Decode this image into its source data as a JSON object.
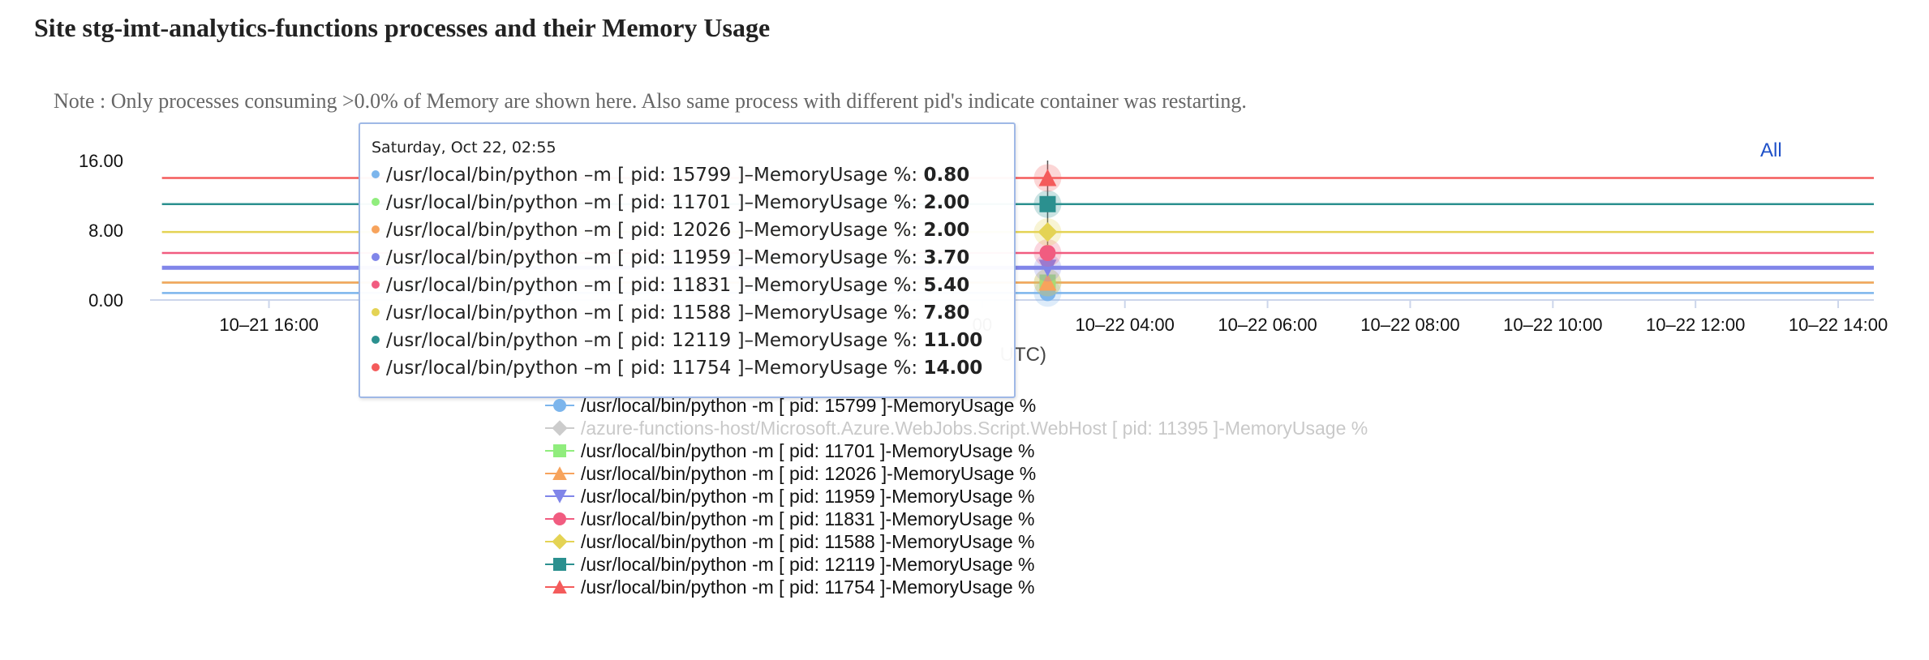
{
  "page": {
    "title": "Site stg-imt-analytics-functions processes and their Memory Usage",
    "note": "Note : Only processes consuming >0.0% of Memory are shown here. Also same process with different pid's indicate container was restarting.",
    "range_button": "All"
  },
  "tooltip": {
    "header": "Saturday, Oct 22, 02:55",
    "rows": [
      {
        "name": "/usr/local/bin/python –m [ pid: 15799 ]–MemoryUsage %",
        "value": "0.80",
        "color": "#7cb5ec"
      },
      {
        "name": "/usr/local/bin/python –m [ pid: 11701 ]–MemoryUsage %",
        "value": "2.00",
        "color": "#90ed7d"
      },
      {
        "name": "/usr/local/bin/python –m [ pid: 12026 ]–MemoryUsage %",
        "value": "2.00",
        "color": "#f7a35c"
      },
      {
        "name": "/usr/local/bin/python –m [ pid: 11959 ]–MemoryUsage %",
        "value": "3.70",
        "color": "#8085e9"
      },
      {
        "name": "/usr/local/bin/python –m [ pid: 11831 ]–MemoryUsage %",
        "value": "5.40",
        "color": "#f15c80"
      },
      {
        "name": "/usr/local/bin/python –m [ pid: 11588 ]–MemoryUsage %",
        "value": "7.80",
        "color": "#e4d354"
      },
      {
        "name": "/usr/local/bin/python –m [ pid: 12119 ]–MemoryUsage %",
        "value": "11.00",
        "color": "#2b908f"
      },
      {
        "name": "/usr/local/bin/python –m [ pid: 11754 ]–MemoryUsage %",
        "value": "14.00",
        "color": "#f45b5b"
      }
    ]
  },
  "chart_data": {
    "type": "line",
    "title": "Site stg-imt-analytics-functions processes and their Memory Usage",
    "xlabel": "UTC)",
    "ylabel": "",
    "ylim": [
      0,
      16
    ],
    "yticks": [
      "0.00",
      "8.00",
      "16.00"
    ],
    "ytick_values": [
      0,
      8,
      16
    ],
    "xticks": [
      "10–21 16:00",
      "10–22 04:00",
      "10–22 06:00",
      "10–22 08:00",
      "10–22 10:00",
      "10–22 12:00",
      "10–22 14:00"
    ],
    "xtick_times": [
      "2022-10-21T16:00",
      "2022-10-22T04:00",
      "2022-10-22T06:00",
      "2022-10-22T08:00",
      "2022-10-22T10:00",
      "2022-10-22T12:00",
      "2022-10-22T14:00"
    ],
    "x_partial_tick": "00",
    "x_partial_tick_time": "2022-10-22T02:00",
    "xlim": [
      "2022-10-21T14:20",
      "2022-10-22T14:30"
    ],
    "hover_time": "2022-10-22T02:55",
    "grid": false,
    "legend_position": "bottom",
    "series": [
      {
        "name": "/usr/local/bin/python -m [ pid: 15799 ]-MemoryUsage %",
        "color": "#7cb5ec",
        "marker": "circle",
        "visible": true,
        "x": [
          "2022-10-21T14:30",
          "2022-10-22T14:30"
        ],
        "values": [
          0.8,
          0.8
        ]
      },
      {
        "name": "/azure-functions-host/Microsoft.Azure.WebJobs.Script.WebHost [ pid: 11395 ]-MemoryUsage %",
        "color": "#434348",
        "marker": "diamond",
        "visible": false,
        "x": [],
        "values": []
      },
      {
        "name": "/usr/local/bin/python -m [ pid: 11701 ]-MemoryUsage %",
        "color": "#90ed7d",
        "marker": "square",
        "visible": true,
        "x": [
          "2022-10-21T14:30",
          "2022-10-22T14:30"
        ],
        "values": [
          2.0,
          2.0
        ]
      },
      {
        "name": "/usr/local/bin/python -m [ pid: 12026 ]-MemoryUsage %",
        "color": "#f7a35c",
        "marker": "triangle",
        "visible": true,
        "x": [
          "2022-10-21T14:30",
          "2022-10-22T14:30"
        ],
        "values": [
          2.0,
          2.0
        ]
      },
      {
        "name": "/usr/local/bin/python -m [ pid: 11959 ]-MemoryUsage %",
        "color": "#8085e9",
        "marker": "triangle-down",
        "visible": true,
        "x": [
          "2022-10-21T14:30",
          "2022-10-22T14:30"
        ],
        "values": [
          3.7,
          3.7
        ]
      },
      {
        "name": "/usr/local/bin/python -m [ pid: 11831 ]-MemoryUsage %",
        "color": "#f15c80",
        "marker": "circle",
        "visible": true,
        "x": [
          "2022-10-21T14:30",
          "2022-10-22T14:30"
        ],
        "values": [
          5.4,
          5.4
        ]
      },
      {
        "name": "/usr/local/bin/python -m [ pid: 11588 ]-MemoryUsage %",
        "color": "#e4d354",
        "marker": "diamond",
        "visible": true,
        "x": [
          "2022-10-21T14:30",
          "2022-10-22T14:30"
        ],
        "values": [
          7.8,
          7.8
        ]
      },
      {
        "name": "/usr/local/bin/python -m [ pid: 12119 ]-MemoryUsage %",
        "color": "#2b908f",
        "marker": "square",
        "visible": true,
        "x": [
          "2022-10-21T14:30",
          "2022-10-22T14:30"
        ],
        "values": [
          11.0,
          11.0
        ]
      },
      {
        "name": "/usr/local/bin/python -m [ pid: 11754 ]-MemoryUsage %",
        "color": "#f45b5b",
        "marker": "triangle",
        "visible": true,
        "x": [
          "2022-10-21T14:30",
          "2022-10-22T14:30"
        ],
        "values": [
          14.0,
          14.0
        ]
      }
    ]
  }
}
